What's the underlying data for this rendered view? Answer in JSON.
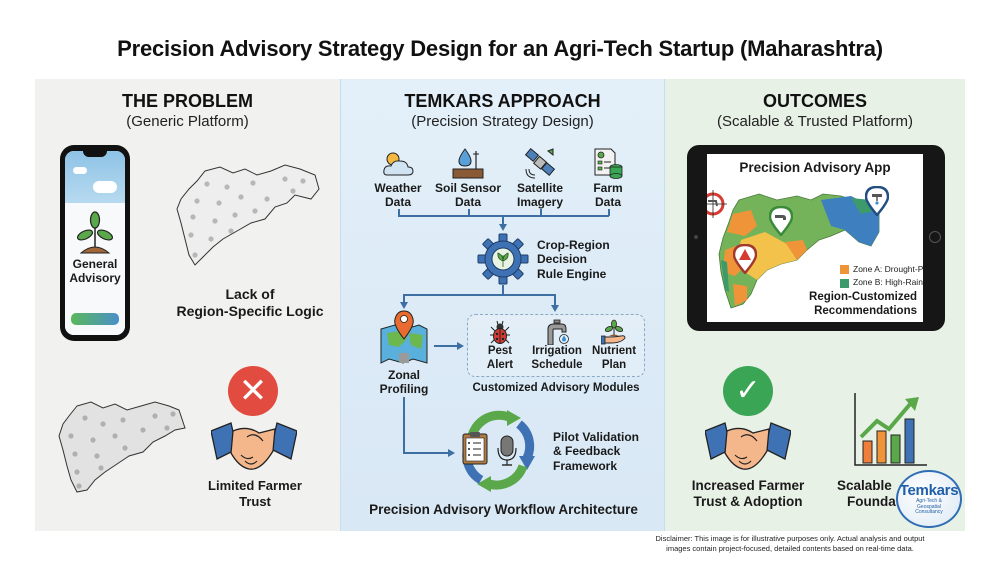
{
  "title": "Precision Advisory Strategy Design for an Agri-Tech Startup (Maharashtra)",
  "colors": {
    "problem_bg": "#f1f1ef",
    "approach_bg": "#dbeaf6",
    "outcomes_bg": "#e8f1e6",
    "arrow_blue": "#3d6fa3",
    "x_red": "#e24b3f",
    "check_green": "#3aa655",
    "zone_a_orange": "#f0943a",
    "zone_b_green": "#3d9a6b"
  },
  "problem": {
    "heading": "THE PROBLEM",
    "subheading": "(Generic Platform)",
    "phone_label": "General Advisory",
    "phone_label_line1": "General",
    "phone_label_line2": "Advisory",
    "map_caption_line1": "Lack of",
    "map_caption_line2": "Region-Specific Logic",
    "trust_caption_line1": "Limited Farmer",
    "trust_caption_line2": "Trust",
    "icons": [
      "smartphone-icon",
      "seedling-icon",
      "cloud-icon",
      "maharashtra-map-icon",
      "x-circle-icon",
      "handshake-icon"
    ]
  },
  "approach": {
    "heading": "TEMKARS APPROACH",
    "subheading": "(Precision Strategy Design)",
    "sources": [
      {
        "line1": "Weather",
        "line2": "Data",
        "icon": "weather-icon"
      },
      {
        "line1": "Soil Sensor",
        "line2": "Data",
        "icon": "soil-sensor-icon"
      },
      {
        "line1": "Satellite",
        "line2": "Imagery",
        "icon": "satellite-icon"
      },
      {
        "line1": "Farm",
        "line2": "Data",
        "icon": "farm-data-icon"
      }
    ],
    "engine": {
      "line1": "Crop-Region",
      "line2": "Decision",
      "line3": "Rule Engine",
      "icon": "gear-leaf-icon"
    },
    "zonal": {
      "line1": "Zonal",
      "line2": "Profiling",
      "icon": "map-pin-icon"
    },
    "modules": [
      {
        "line1": "Pest",
        "line2": "Alert",
        "icon": "bug-icon"
      },
      {
        "line1": "Irrigation",
        "line2": "Schedule",
        "icon": "faucet-icon"
      },
      {
        "line1": "Nutrient",
        "line2": "Plan",
        "icon": "hand-plant-icon"
      }
    ],
    "modules_caption": "Customized Advisory Modules",
    "pilot": {
      "line1": "Pilot Validation",
      "line2": "& Feedback",
      "line3": "Framework",
      "icon": "feedback-cycle-icon"
    },
    "footer": "Precision Advisory Workflow Architecture"
  },
  "outcomes": {
    "heading": "OUTCOMES",
    "subheading": "(Scalable & Trusted Platform)",
    "app_title": "Precision Advisory App",
    "legend": [
      {
        "label": "Zone A: Drought-Prone",
        "color": "#f0943a"
      },
      {
        "label": "Zone B: High-Rainfall",
        "color": "#3d9a6b"
      }
    ],
    "app_caption_line1": "Region-Customized",
    "app_caption_line2": "Recommendations",
    "trust_caption_line1": "Increased Farmer",
    "trust_caption_line2": "Trust & Adoption",
    "scale_caption_line1": "Scalable",
    "scale_caption_line2": "Founda"
  },
  "logo": {
    "name": "Temkars",
    "tagline": "Agri-Tech & Geospatial Consultancy"
  },
  "disclaimer": {
    "line1": "Disclaimer: This image is for illustrative purposes only. Actual analysis and output",
    "line2": "images contain project-focused, detailed contents based on real-time data."
  }
}
